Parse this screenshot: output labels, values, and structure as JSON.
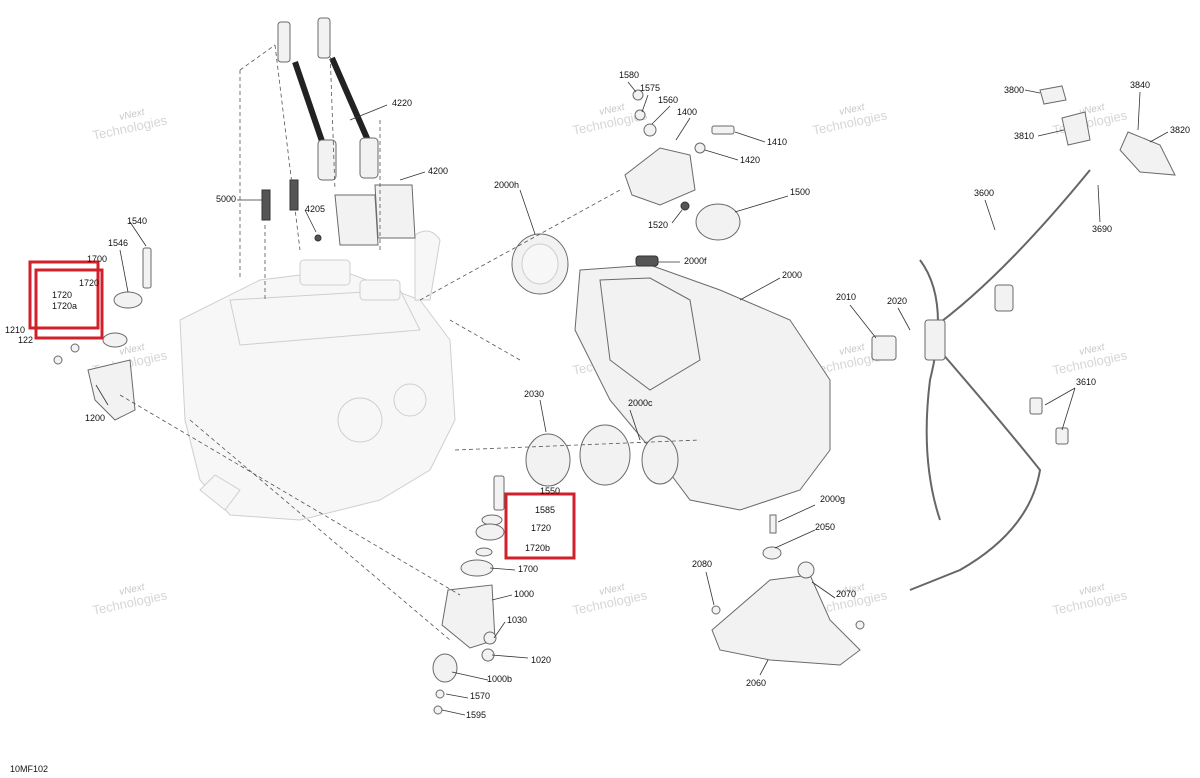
{
  "diagram_code": "10MF102",
  "watermark": {
    "line1": "vNext",
    "line2": "Technologies"
  },
  "labels": {
    "l5000": "5000",
    "l4205": "4205",
    "l4220": "4220",
    "l4200": "4200",
    "l1540": "1540",
    "l1546": "1546",
    "l1700a": "1700",
    "l1720a": "1720",
    "l1720b": "1720",
    "l1720aa": "1720a",
    "l1220": "122",
    "l1210": "1210",
    "l1200": "1200",
    "l2000h": "2000h",
    "l2000f": "2000f",
    "l2000": "2000",
    "l1580": "1580",
    "l1575": "1575",
    "l1560": "1560",
    "l1400": "1400",
    "l1410": "1410",
    "l1420": "1420",
    "l1500": "1500",
    "l1520": "1520",
    "l2030": "2030",
    "l2000c": "2000c",
    "l1550": "1550",
    "l1585": "1585",
    "l1720c": "1720",
    "l1720bb": "1720b",
    "l1700b": "1700",
    "l1000": "1000",
    "l1030": "1030",
    "l1020": "1020",
    "l1000b": "1000b",
    "l1570": "1570",
    "l1595": "1595",
    "l2000g": "2000g",
    "l2050": "2050",
    "l2080": "2080",
    "l2070": "2070",
    "l2060": "2060",
    "l2010": "2010",
    "l2020": "2020",
    "l3800": "3800",
    "l3840": "3840",
    "l3810": "3810",
    "l3820": "3820",
    "l3600": "3600",
    "l3690": "3690",
    "l3610": "3610"
  },
  "colors": {
    "highlight": "#d0202a"
  }
}
